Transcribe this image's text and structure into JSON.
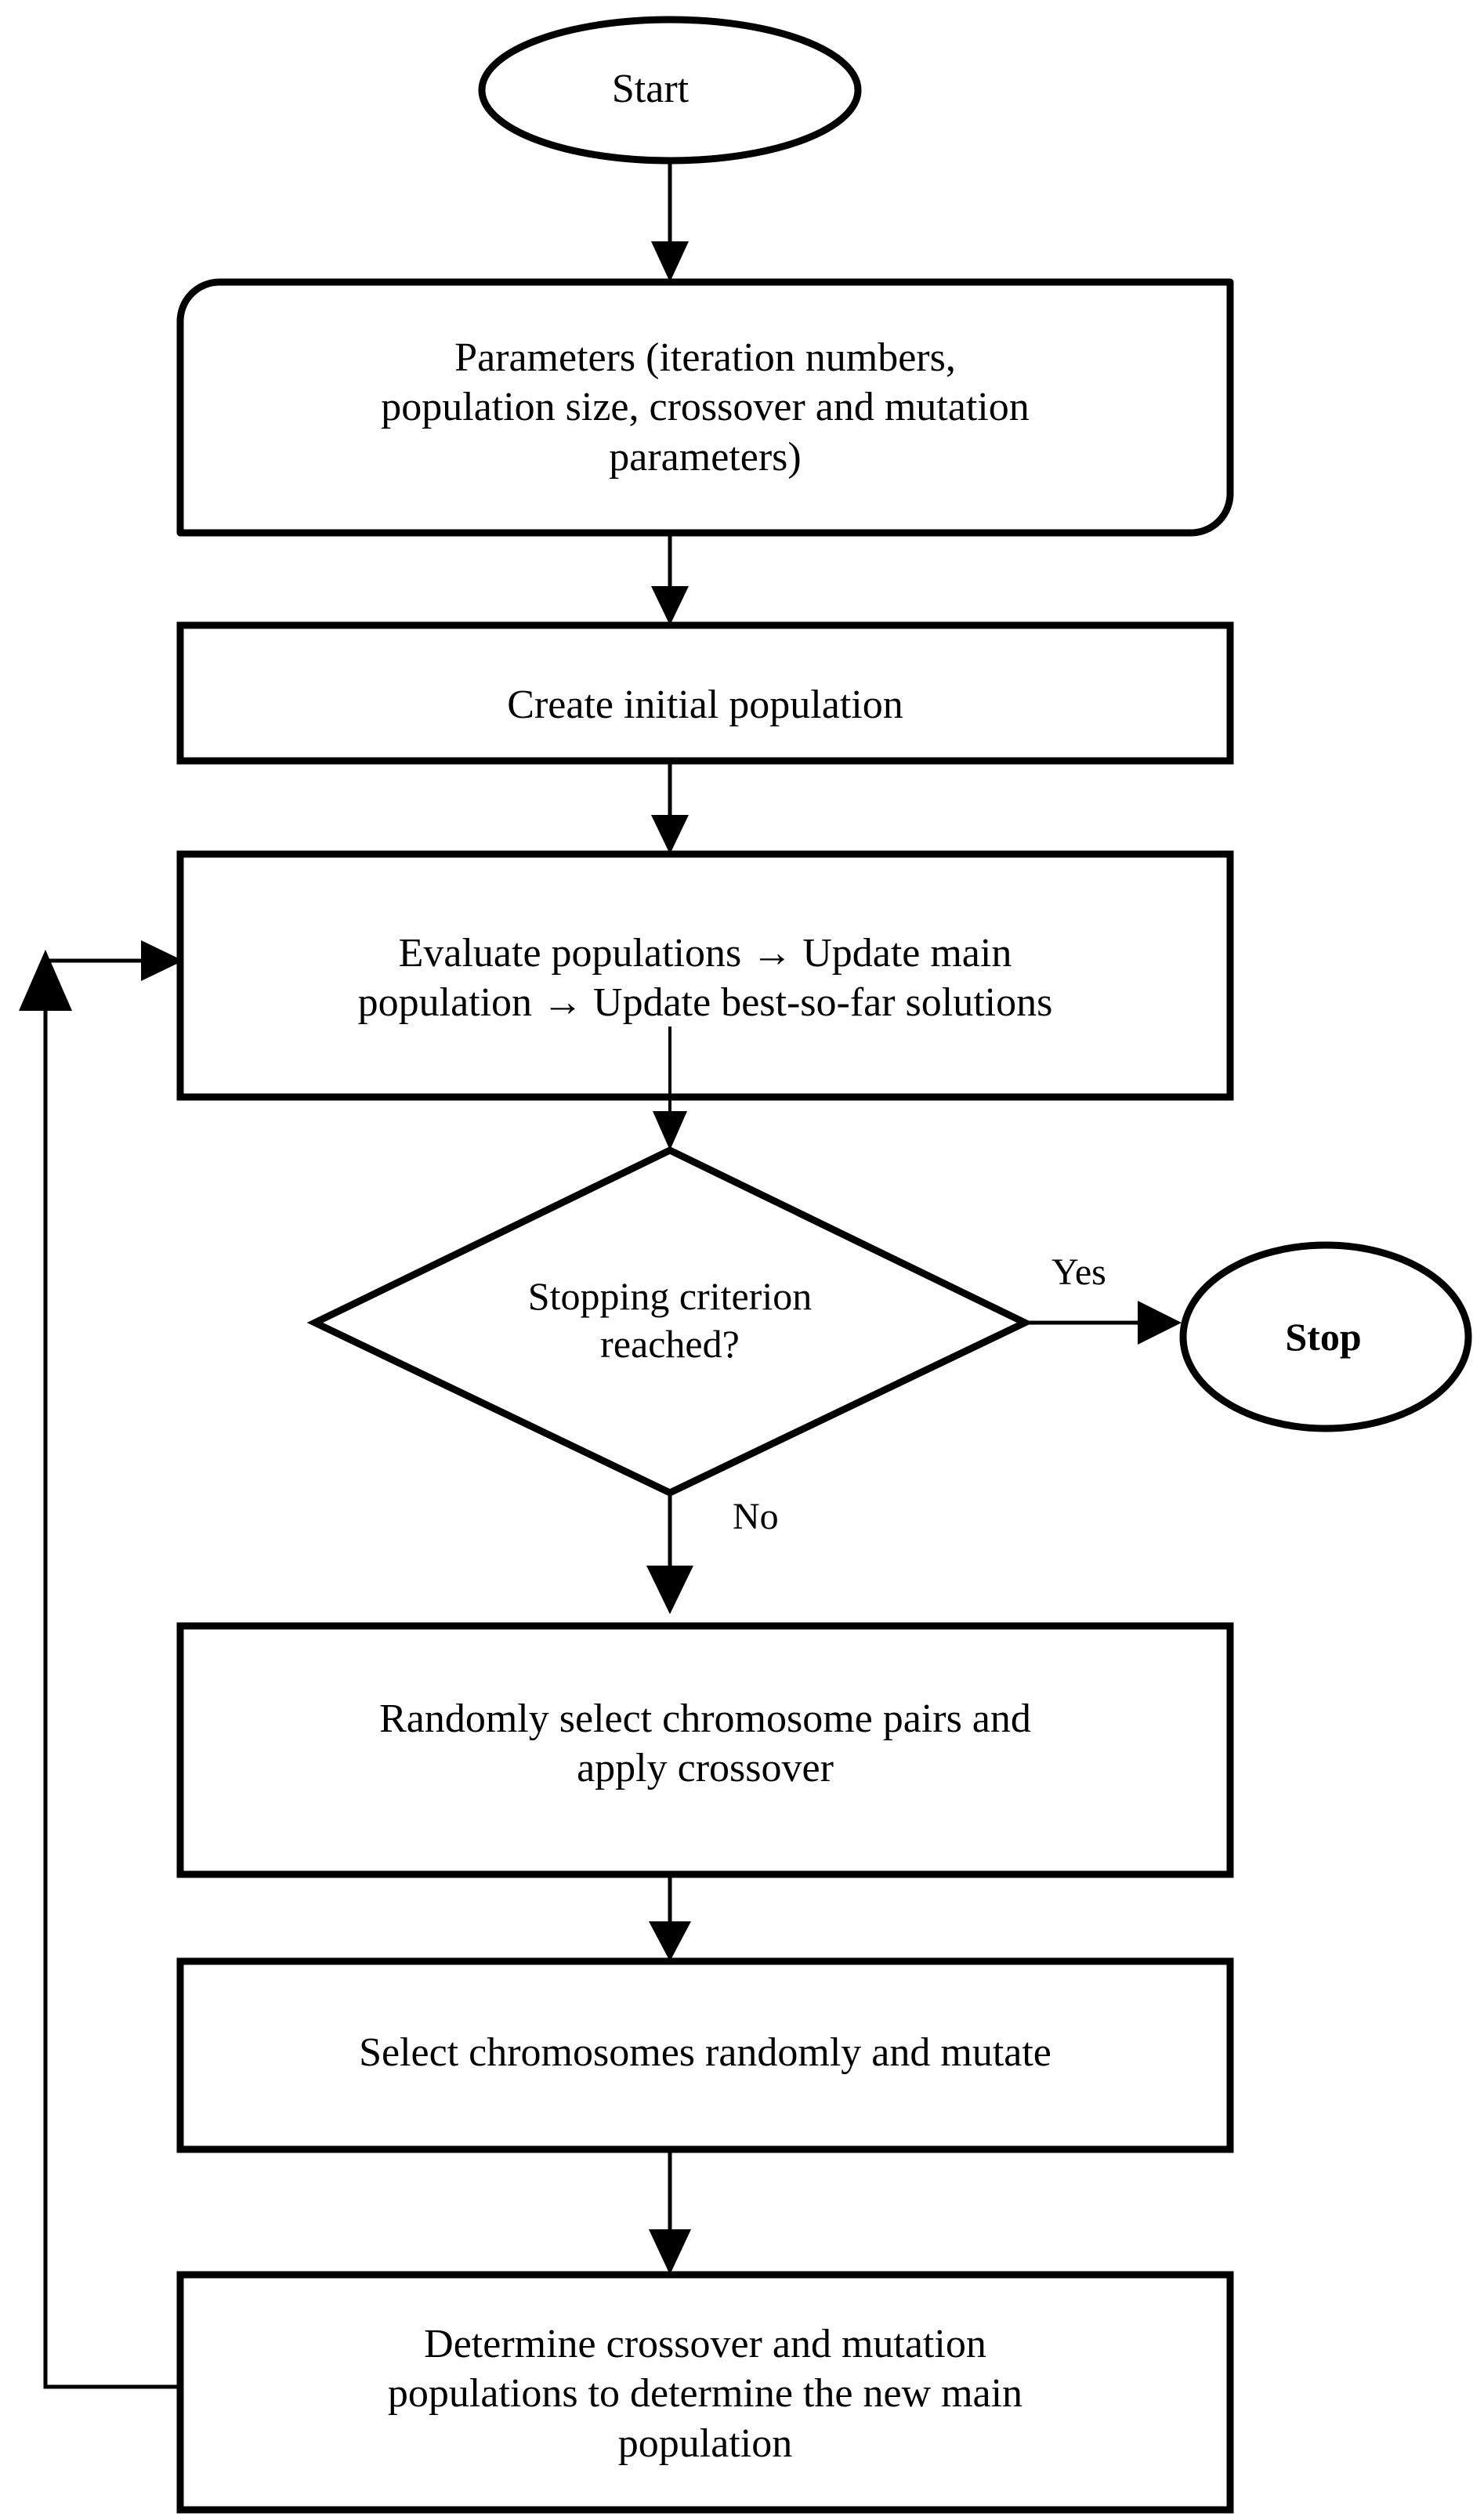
{
  "diagram": {
    "title": "Genetic Algorithm Flowchart",
    "background_color": "#ffffff",
    "line_color": "#000000",
    "fill_color": "#ffffff"
  },
  "nodes": {
    "start": {
      "label": "Start",
      "shape": "ellipse"
    },
    "parameters": {
      "label": "Parameters (iteration numbers,\npopulation size, crossover and mutation\nparameters)",
      "shape": "rounded-rectangle"
    },
    "create_population": {
      "label": "Create initial population",
      "shape": "rectangle"
    },
    "evaluate": {
      "label": "Evaluate populations → Update main\npopulation → Update best-so-far solutions",
      "shape": "rectangle"
    },
    "decision": {
      "label": "Stopping criterion\nreached?",
      "shape": "diamond"
    },
    "stop": {
      "label": "Stop",
      "shape": "ellipse",
      "bold": true
    },
    "crossover": {
      "label": "Randomly select chromosome pairs and\napply crossover",
      "shape": "rectangle"
    },
    "mutation": {
      "label": "Select chromosomes randomly and mutate",
      "shape": "rectangle"
    },
    "determine": {
      "label": "Determine crossover and mutation\npopulations to determine the new main\npopulation",
      "shape": "rectangle"
    }
  },
  "edge_labels": {
    "yes": "Yes",
    "no": "No"
  },
  "edges": [
    {
      "from": "start",
      "to": "parameters",
      "label": ""
    },
    {
      "from": "parameters",
      "to": "create_population",
      "label": ""
    },
    {
      "from": "create_population",
      "to": "evaluate",
      "label": ""
    },
    {
      "from": "evaluate",
      "to": "decision",
      "label": ""
    },
    {
      "from": "decision",
      "to": "stop",
      "label": "Yes"
    },
    {
      "from": "decision",
      "to": "crossover",
      "label": "No"
    },
    {
      "from": "crossover",
      "to": "mutation",
      "label": ""
    },
    {
      "from": "mutation",
      "to": "determine",
      "label": ""
    },
    {
      "from": "determine",
      "to": "evaluate",
      "label": ""
    }
  ]
}
